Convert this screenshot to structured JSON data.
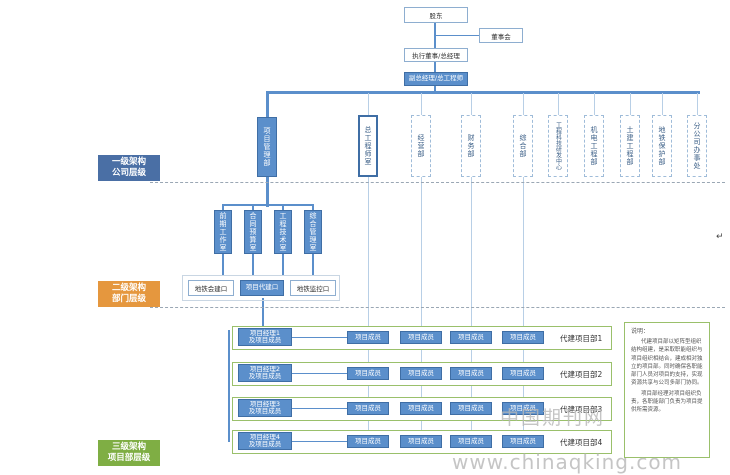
{
  "top": {
    "shareholders": "股东",
    "board": "董事会",
    "executive": "执行董事/总经理",
    "deputy": "副总经理/总工程师"
  },
  "company_level": {
    "project_mgmt": "项目管理部",
    "departments": [
      "总工程师室",
      "经营部",
      "财务部",
      "综合部",
      "工程科技研发中心",
      "机电工程部",
      "土建工程部",
      "地铁保护部",
      "分公司办事处"
    ]
  },
  "dept_level": {
    "sub_offices": [
      "前期工作室",
      "合同预算室",
      "工程技术室",
      "综合管理室"
    ],
    "interfaces": [
      "地铁会建口",
      "项目代建口",
      "地铁监控口"
    ]
  },
  "project_level": {
    "rows": [
      {
        "manager": "项目经理1\n及项目成员",
        "members": [
          "项目成员",
          "项目成员",
          "项目成员",
          "项目成员"
        ],
        "dept": "代建项目部1"
      },
      {
        "manager": "项目经理2\n及项目成员",
        "members": [
          "项目成员",
          "项目成员",
          "项目成员",
          "项目成员"
        ],
        "dept": "代建项目部2"
      },
      {
        "manager": "项目经理3\n及项目成员",
        "members": [
          "项目成员",
          "项目成员",
          "项目成员",
          "项目成员"
        ],
        "dept": "代建项目部3"
      },
      {
        "manager": "项目经理4\n及项目成员",
        "members": [
          "项目成员",
          "项目成员",
          "项目成员",
          "项目成员"
        ],
        "dept": "代建项目部4"
      }
    ]
  },
  "levels": {
    "l1": [
      "一级架构",
      "公司层级"
    ],
    "l2": [
      "二级架构",
      "部门层级"
    ],
    "l3": [
      "三级架构",
      "项目部层级"
    ]
  },
  "note": {
    "title": "说明：",
    "p1": "代建项目部以矩阵型组织结构组建，是采取职能组织与项目组织相结合，建成相对独立的项目部。同时确保各职能部门人员对项目的支持，实现资源共享与公司多部门协同。",
    "p2": "项目部经理对项目组织负责，各职能部门负责为项目提供所需资源。"
  },
  "marks": {
    "enter": "↵"
  },
  "watermark": {
    "cn": "中国期刊网",
    "url": "www.chinaqking.com"
  },
  "colors": {
    "blue": "#5b8fcb",
    "green": "#6e9e3a",
    "orange": "#e5973e"
  }
}
